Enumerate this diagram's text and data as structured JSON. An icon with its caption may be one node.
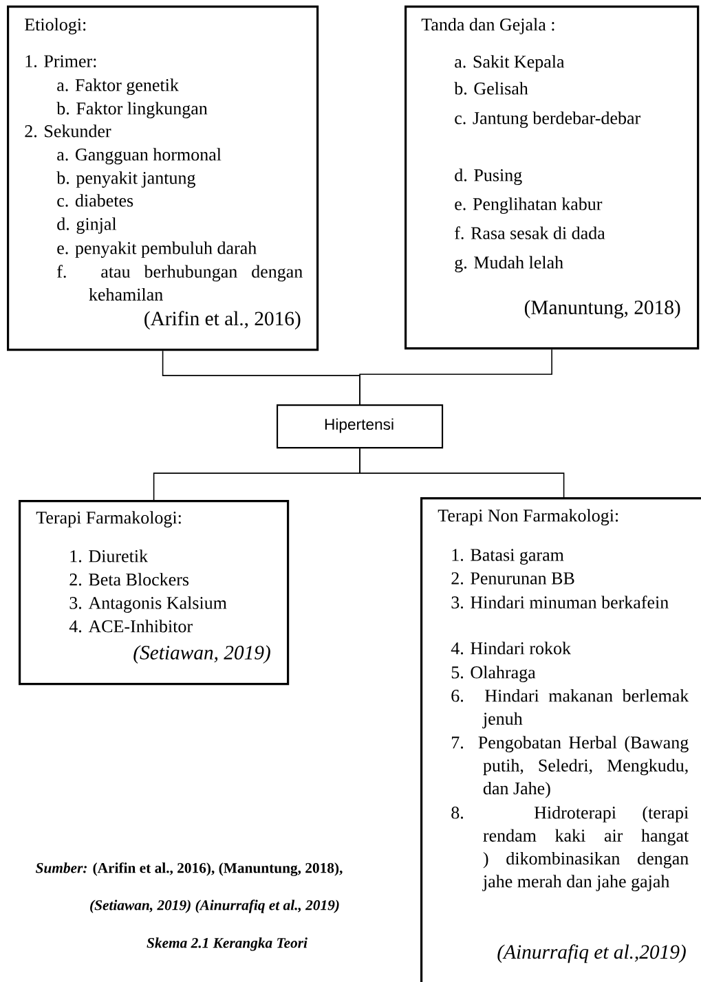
{
  "diagram": {
    "caption": "Skema 2.1 Kerangka Teori",
    "nodes": [
      {
        "text": [
          "Etiologi:",
          "1. Primer:",
          "a. Faktor genetik",
          "b. Faktor lingkungan",
          "2. Sekunder",
          "a. Gangguan hormonal",
          "b. penyakit jantung",
          "c. diabetes",
          "d. ginjal",
          "e. penyakit pembuluh darah",
          "f. atau berhubungan dengan kehamilan",
          "(Arifin et al., 2016)"
        ]
      },
      {
        "text": [
          "Tanda dan Gejala :",
          "a. Sakit Kepala",
          "b. Gelisah",
          "c. Jantung berdebar-debar",
          "d. Pusing",
          "e. Penglihatan kabur",
          "f. Rasa sesak di dada",
          "g. Mudah lelah",
          "(Manuntung, 2018)"
        ]
      },
      {
        "text": [
          "Hipertensi"
        ]
      },
      {
        "text": [
          "Terapi Farmakologi:",
          "1. Diuretik",
          "2. Beta Blockers",
          "3. Antagonis Kalsium",
          "4. ACE-Inhibitor",
          "(Setiawan, 2019)"
        ]
      },
      {
        "text": [
          "Terapi Non Farmakologi:",
          "1. Batasi garam",
          "2. Penurunan BB",
          "3. Hindari minuman berkafein",
          "4. Hindari rokok",
          "5. Olahraga",
          "6. Hindari makanan berlemak jenuh",
          "7. Pengobatan Herbal (Bawang putih, Seledri, Mengkudu, dan Jahe)",
          "8. Hidroterapi (terapi rendam kaki air hangat ) dikombinasikan dengan jahe merah dan jahe gajah",
          "(Ainurrafiq et al.,2019)"
        ]
      }
    ],
    "edges": [
      {
        "from": 0,
        "to": 2,
        "arrow": "none"
      },
      {
        "from": 1,
        "to": 2,
        "arrow": "none"
      },
      {
        "from": 2,
        "to": 3,
        "arrow": "none"
      },
      {
        "from": 2,
        "to": 4,
        "arrow": "none"
      }
    ],
    "labels": [
      "*Sumber:* (Arifin et al., 2016), (Manuntung, 2018),",
      "(Setiawan, 2019) (Ainurrafiq et al., 2019)"
    ]
  }
}
